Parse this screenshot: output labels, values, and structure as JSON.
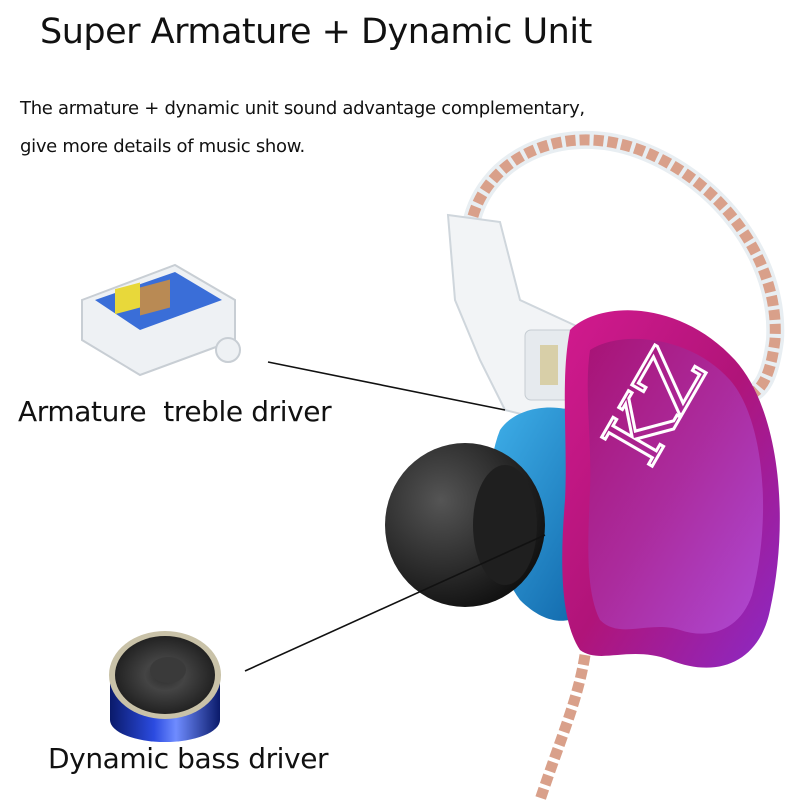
{
  "header": {
    "title": "Super Armature + Dynamic Unit",
    "description_line1": "The armature + dynamic unit sound advantage complementary,",
    "description_line2": "give more details of music show."
  },
  "callouts": {
    "armature_label": "Armature  treble driver",
    "dynamic_label": "Dynamic bass driver"
  },
  "product": {
    "logo_text": "KZ",
    "colors": {
      "shell_purple": "#c0147f",
      "shell_violet": "#9a2bd0",
      "nozzle_blue": "#1d86c8",
      "eartip_black": "#1a1a1a",
      "cable_copper": "#d9a08a",
      "armature_blue": "#3a6ed8",
      "dynamic_blue": "#1a2f9a"
    }
  }
}
